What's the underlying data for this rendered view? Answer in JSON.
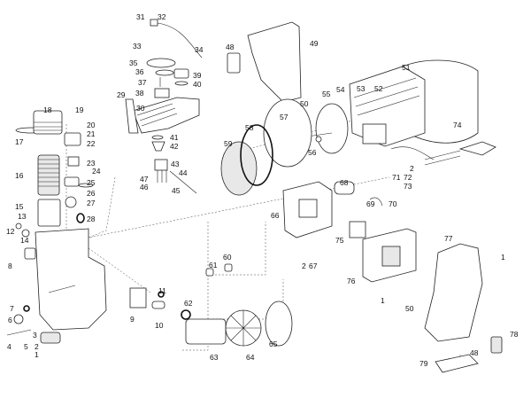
{
  "diagram": {
    "type": "exploded-parts-view",
    "labels": {
      "p1a": "1",
      "p1b": "1",
      "p1c": "1",
      "p2a": "2",
      "p2b": "2",
      "p2c": "2",
      "p3": "3",
      "p4": "4",
      "p5": "5",
      "p6": "6",
      "p7": "7",
      "p8": "8",
      "p9": "9",
      "p10": "10",
      "p11": "11",
      "p12": "12",
      "p13": "13",
      "p14": "14",
      "p15": "15",
      "p16": "16",
      "p17": "17",
      "p18": "18",
      "p19": "19",
      "p20": "20",
      "p21": "21",
      "p22": "22",
      "p23": "23",
      "p24": "24",
      "p25": "25",
      "p26": "26",
      "p27": "27",
      "p28": "28",
      "p29": "29",
      "p30": "30",
      "p31": "31",
      "p32": "32",
      "p33": "33",
      "p34": "34",
      "p35": "35",
      "p36": "36",
      "p37": "37",
      "p38": "38",
      "p39": "39",
      "p40": "40",
      "p41": "41",
      "p42": "42",
      "p43": "43",
      "p44": "44",
      "p45": "45",
      "p46": "46",
      "p47": "47",
      "p48a": "48",
      "p48b": "48",
      "p49": "49",
      "p50a": "50",
      "p50b": "50",
      "p51": "51",
      "p52": "52",
      "p53": "53",
      "p54": "54",
      "p55": "55",
      "p56": "56",
      "p57": "57",
      "p58": "58",
      "p59": "59",
      "p60": "60",
      "p61": "61",
      "p62": "62",
      "p63": "63",
      "p64": "64",
      "p65": "65",
      "p66": "66",
      "p67": "67",
      "p68": "68",
      "p69": "69",
      "p70": "70",
      "p71": "71",
      "p72": "72",
      "p73": "73",
      "p74": "74",
      "p75": "75",
      "p76": "76",
      "p77": "77",
      "p78": "78",
      "p79": "79"
    }
  }
}
